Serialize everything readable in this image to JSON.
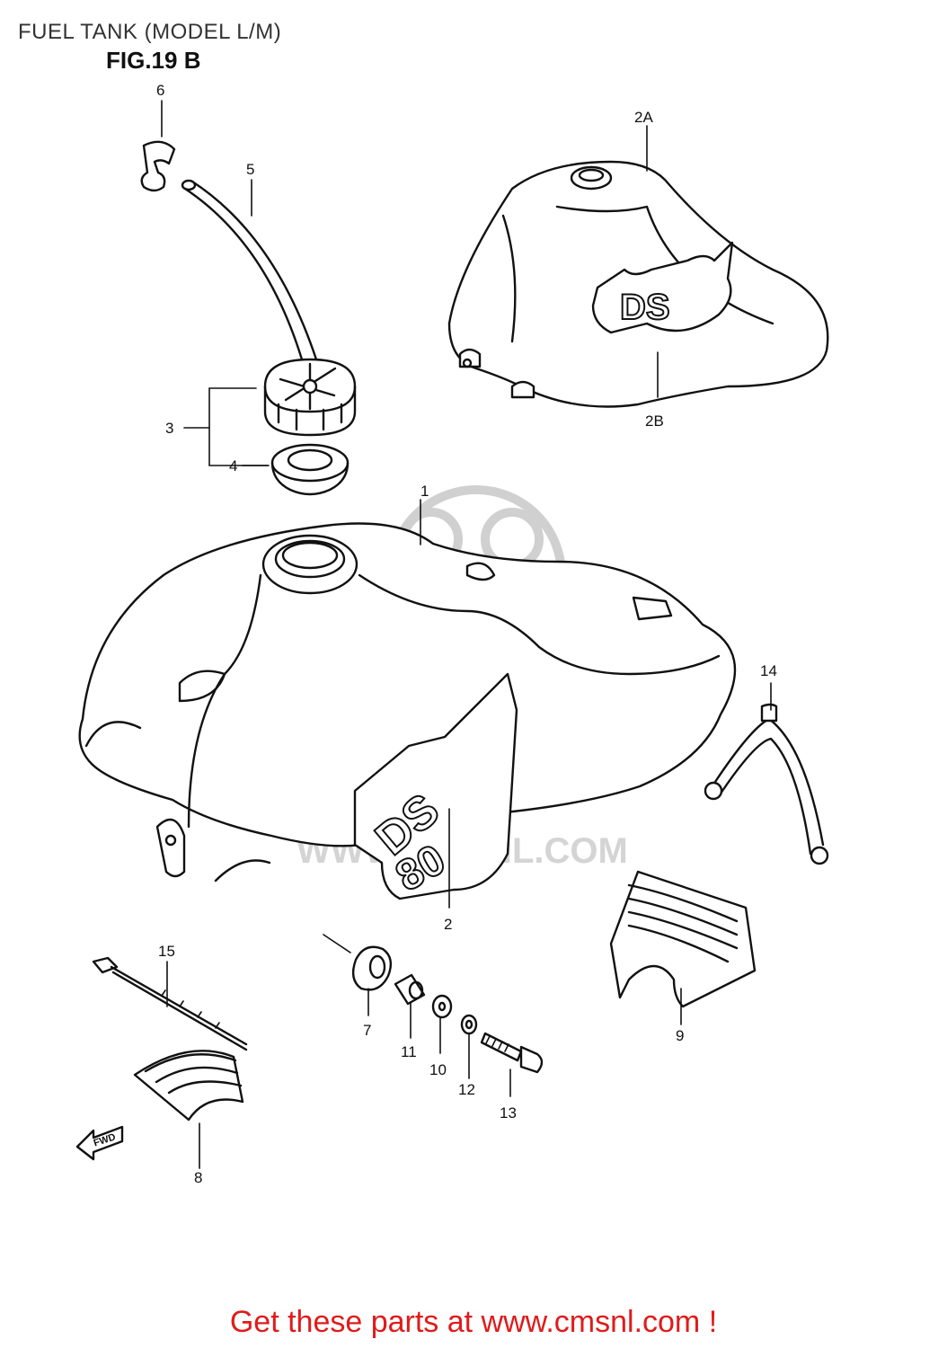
{
  "header": {
    "title": "FUEL TANK (MODEL L/M)",
    "figure": "FIG.19 B"
  },
  "callouts": [
    {
      "id": "1",
      "text": "1"
    },
    {
      "id": "2",
      "text": "2"
    },
    {
      "id": "2A",
      "text": "2A"
    },
    {
      "id": "2B",
      "text": "2B"
    },
    {
      "id": "3",
      "text": "3"
    },
    {
      "id": "4",
      "text": "4"
    },
    {
      "id": "5",
      "text": "5"
    },
    {
      "id": "6",
      "text": "6"
    },
    {
      "id": "7",
      "text": "7"
    },
    {
      "id": "8",
      "text": "8"
    },
    {
      "id": "9",
      "text": "9"
    },
    {
      "id": "10",
      "text": "10"
    },
    {
      "id": "11",
      "text": "11"
    },
    {
      "id": "12",
      "text": "12"
    },
    {
      "id": "13",
      "text": "13"
    },
    {
      "id": "14",
      "text": "14"
    },
    {
      "id": "15",
      "text": "15"
    }
  ],
  "watermark": {
    "text": "WWW.CMSNL.COM"
  },
  "fwd_marker": "FWD",
  "footer": {
    "text": "Get these parts at www.cmsnl.com !",
    "color": "#e01b1b"
  }
}
